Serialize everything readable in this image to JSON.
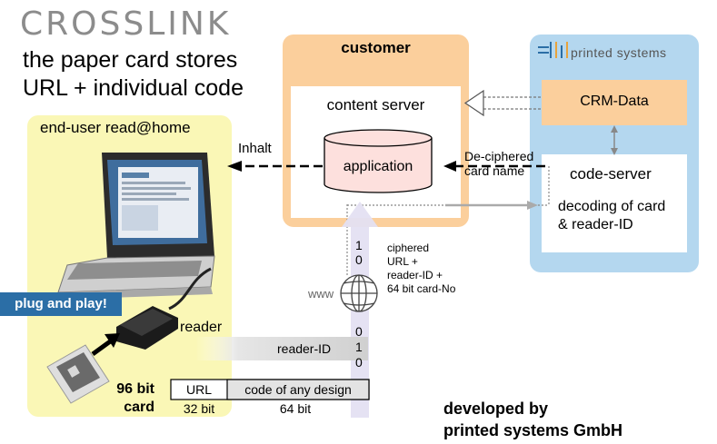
{
  "brand": "CROSSLINK",
  "tagline": [
    "the paper card stores",
    "URL + individual code"
  ],
  "enduser": {
    "title": "end-user read@home",
    "badge": "plug and play!",
    "reader_label": "reader",
    "card_label": [
      "96 bit",
      "card"
    ]
  },
  "customer": {
    "title": "customer",
    "content_server": "content server",
    "application": "application"
  },
  "printed_systems": {
    "logo_text": "printed systems",
    "crm": "CRM-Data",
    "code_server": "code-server",
    "decoding": [
      "decoding of card",
      "& reader-ID"
    ]
  },
  "flows": {
    "inhalt": "Inhalt",
    "deciphered": [
      "De-ciphered",
      "card name"
    ],
    "ciphered": [
      "ciphered",
      "URL +",
      "reader-ID +",
      "64 bit card-No"
    ],
    "www": "www",
    "reader_id": "reader-ID",
    "bits_top": [
      "1",
      "0"
    ],
    "bits_bottom": [
      "0",
      "1",
      "0"
    ]
  },
  "code_table": {
    "url": "URL",
    "code": "code of any design",
    "url_bits": "32 bit",
    "code_bits": "64 bit"
  },
  "footer": [
    "developed by",
    "printed systems GmbH"
  ],
  "colors": {
    "enduser_bg": "#faf7b6",
    "customer_bg": "#fbcf9c",
    "printed_systems_bg": "#b4d7ef",
    "badge_bg": "#2b6ea6",
    "application_bg": "#fde0dd"
  }
}
